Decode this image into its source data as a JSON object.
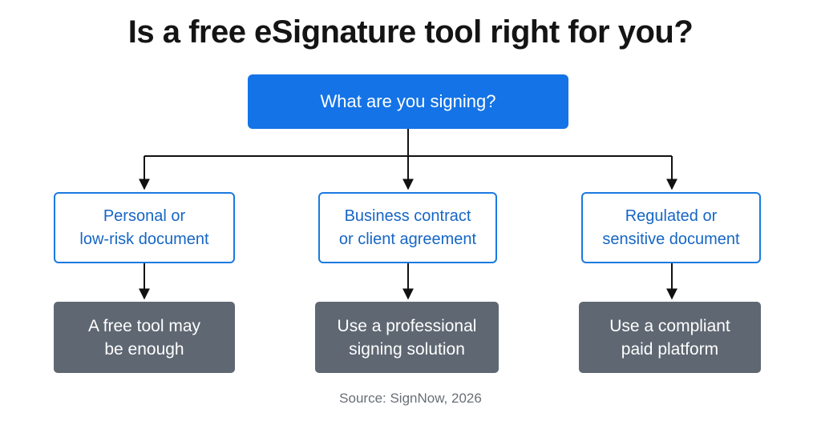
{
  "title": "Is a free eSignature tool right for you?",
  "root": {
    "label": "What are you signing?"
  },
  "branches": [
    {
      "question": "Personal or\nlow-risk document",
      "answer": "A free tool may\nbe enough"
    },
    {
      "question": "Business contract\nor client agreement",
      "answer": "Use a professional\nsigning solution"
    },
    {
      "question": "Regulated or\nsensitive document",
      "answer": "Use a compliant\npaid platform"
    }
  ],
  "source": "Source: SignNow, 2026",
  "colors": {
    "root_fill": "#1473e6",
    "branch_border": "#1a7ae0",
    "branch_text": "#1666c5",
    "answer_fill": "#5f6772",
    "connector": "#111111",
    "title_text": "#141414",
    "source_text": "#6a6f76"
  }
}
